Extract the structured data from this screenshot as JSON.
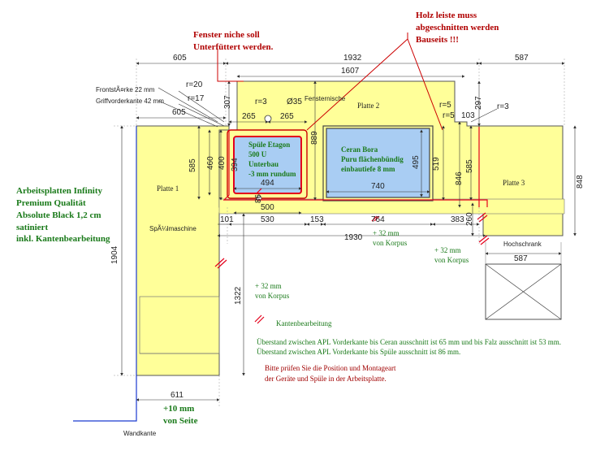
{
  "notes": {
    "fenster": [
      "Fenster niche soll",
      "Unterfüttert werden."
    ],
    "holz": [
      "Holz leiste muss",
      "abgeschnitten werden",
      "Bauseits !!!"
    ],
    "material": [
      "Arbeitsplatten Infinity",
      "Premium Qualität",
      "Absolute Black 1,2 cm",
      "satiniert",
      "inkl. Kantenbearbeitung"
    ],
    "ueberstand": [
      "Überstand zwischen APL Vorderkante bis Ceran ausschnitt ist 65 mm und bis Falz ausschnitt ist 53 mm.",
      "Überstand zwischen APL Vorderkante bis Spüle ausschnitt ist 86 mm."
    ],
    "pruefen": [
      "Bitte prüfen Sie die Position und Montageart",
      "der Geräte und Spüle in der Arbeitsplatte."
    ],
    "kanten_legend": "Kantenbearbeitung",
    "korpus1": [
      "+ 32 mm",
      "von Korpus"
    ],
    "korpus2": [
      "+ 32 mm",
      "von Korpus"
    ],
    "korpus3": [
      "+ 32 mm",
      "von Korpus"
    ],
    "seite": [
      "+10 mm",
      "von Seite"
    ],
    "frontstaerke": "FrontstÃ¤rke 22 mm",
    "griffvorderkante": "Griffvorderkante 42 mm",
    "wandkante": "Wandkante"
  },
  "plates": {
    "p1": "Platte 1",
    "p2": "Platte 2",
    "p3": "Platte 3",
    "spuel": "SpÃ¼lmaschine",
    "hochschrank": "Hochschrank",
    "fensternische": "Fensternische"
  },
  "sink": [
    "Spüle Etagon",
    "500 U",
    "Unterbau",
    "-3 mm rundum"
  ],
  "ceran": [
    "Ceran Bora",
    "Puru flächenbündig",
    "einbautiefe 8 mm"
  ],
  "dims": {
    "d605a": "605",
    "d1932": "1932",
    "d587a": "587",
    "d1607": "1607",
    "d605b": "605",
    "d265a": "265",
    "d265b": "265",
    "dr20": "r=20",
    "dr17": "r=17",
    "dr3a": "r=3",
    "dphi": "Ø35",
    "dr5a": "r=5",
    "dr5b": "r=5",
    "d103": "103",
    "dr3b": "r=3",
    "d307": "307",
    "d297": "297",
    "d494": "494",
    "d740": "740",
    "d500": "500",
    "d101": "101",
    "d530": "530",
    "d153": "153",
    "d764": "764",
    "d383": "383",
    "d1930": "1930",
    "d587b": "587",
    "d611": "611",
    "d1904": "1904",
    "d1322": "1322",
    "d848": "848",
    "d585a": "585",
    "d460": "460",
    "d400": "400",
    "d394": "394",
    "d86": "86",
    "d889": "889",
    "d495": "495",
    "d519": "519",
    "d846": "846",
    "d585b": "585",
    "d260": "260"
  },
  "colors": {
    "plate": "#ffff99",
    "cut": "#a9cdf3",
    "edge": "#e4001b",
    "noteRed": "#b00000",
    "noteGreen": "#1a7a1a"
  }
}
